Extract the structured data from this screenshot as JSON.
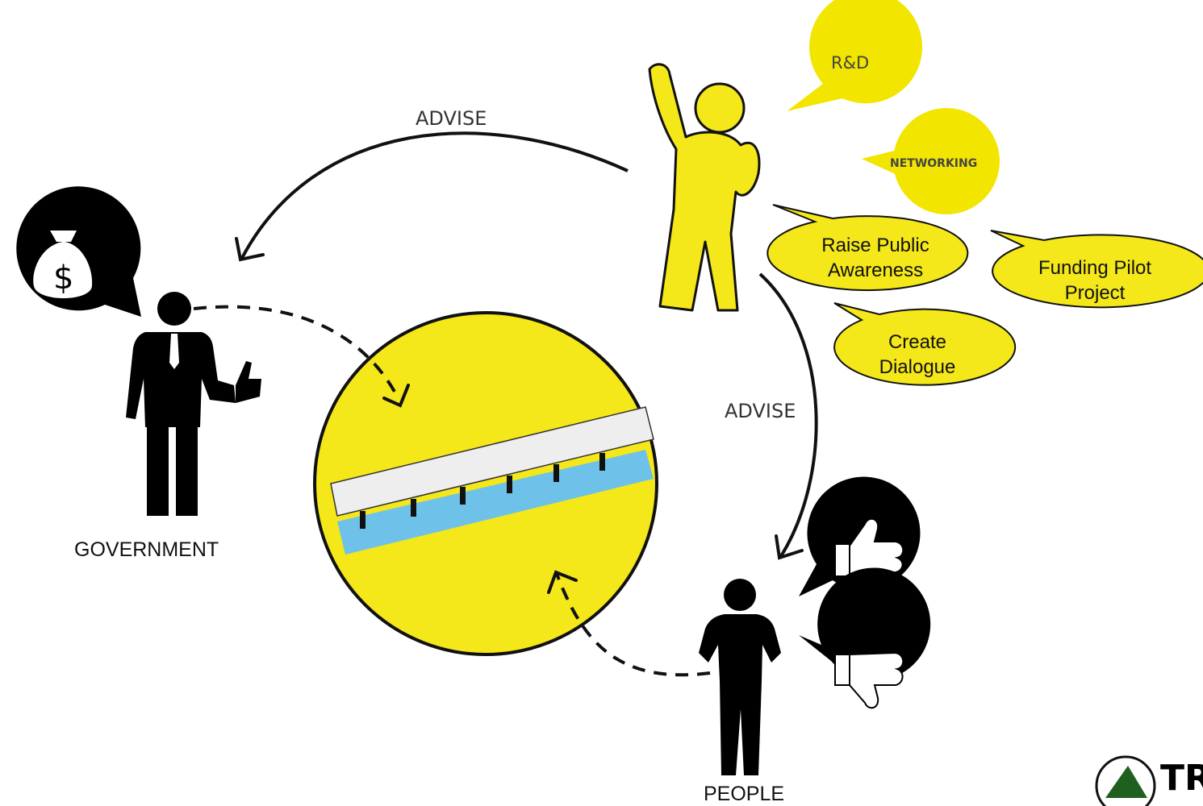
{
  "colors": {
    "yellow": "#f4e71a",
    "bubble_yellow": "#f2e500",
    "black": "#000000",
    "light_blue": "#6ec2ea",
    "light_gray": "#eeeeee"
  },
  "labels": {
    "advise_top": "ADVISE",
    "advise_right": "ADVISE",
    "government": "GOVERNMENT",
    "people": "PEOPLE"
  },
  "bubbles": {
    "rd": "R&D",
    "networking": "NETWORKING"
  },
  "callouts": {
    "raise_line1": "Raise Public",
    "raise_line2": "Awareness",
    "funding_line1": "Funding Pilot",
    "funding_line2": "Project",
    "create_line1": "Create",
    "create_line2": "Dialogue"
  },
  "icons": {
    "money_bag": "money-bag-icon",
    "thumbs_up": "thumbs-up-icon",
    "thumbs_down": "thumbs-down-icon",
    "currency_symbol": "$"
  },
  "logo": {
    "text": "TRE"
  }
}
